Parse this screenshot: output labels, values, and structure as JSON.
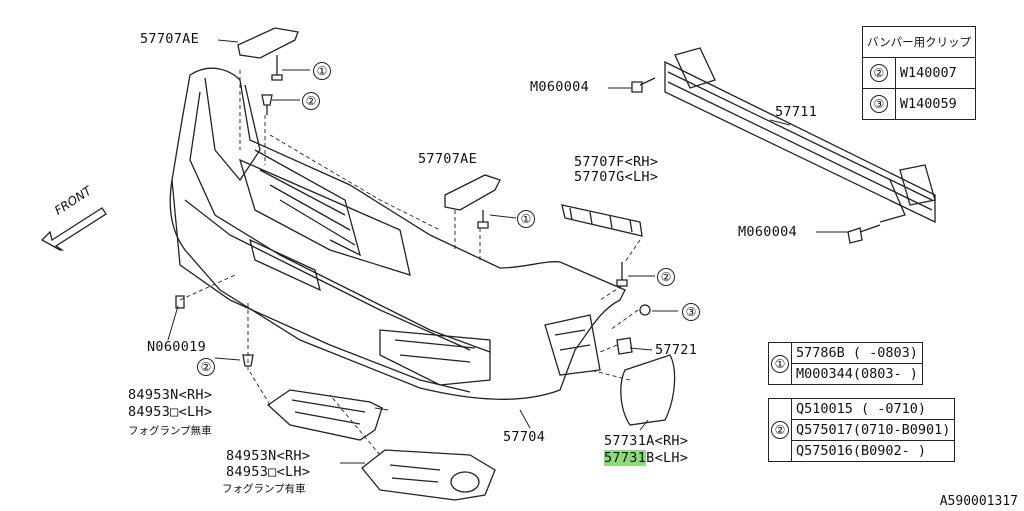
{
  "labels": {
    "b57707ae_top": "57707AE",
    "b57707ae_mid": "57707AE",
    "m060004_top": "M060004",
    "m060004_bot": "M060004",
    "b57711": "57711",
    "b57707f": "57707F<RH>",
    "b57707g": "57707G<LH>",
    "n060019": "N060019",
    "b57721": "57721",
    "b57704": "57704",
    "b57731a": "57731A<RH>",
    "b57731b": "57731B<LH>",
    "b84953n_a": "84953N<RH>",
    "b84953o_a": "84953□<LH>",
    "jp_no_fog": "フォグランプ無車",
    "b84953n_b": "84953N<RH>",
    "b84953o_b": "84953□<LH>",
    "jp_fog": "フォグランプ有車",
    "front": "FRONT",
    "doc_code": "A590001317"
  },
  "callouts": {
    "c1": "①",
    "c2": "②",
    "c3": "③"
  },
  "clip_table": {
    "header": "バンパー用クリップ",
    "rows": [
      {
        "ref": "②",
        "part": "W140007"
      },
      {
        "ref": "③",
        "part": "W140059"
      }
    ]
  },
  "ref1_table": {
    "ref": "①",
    "rows": [
      {
        "part": "57786B ( -0803)"
      },
      {
        "part": "M000344(0803- )"
      }
    ]
  },
  "ref2_table": {
    "ref": "②",
    "rows": [
      {
        "part": "Q510015 ( -0710)"
      },
      {
        "part": "Q575017(0710-B0901)"
      },
      {
        "part": "Q575016(B0902- )"
      }
    ]
  },
  "highlight_color": "#8ddc7a"
}
